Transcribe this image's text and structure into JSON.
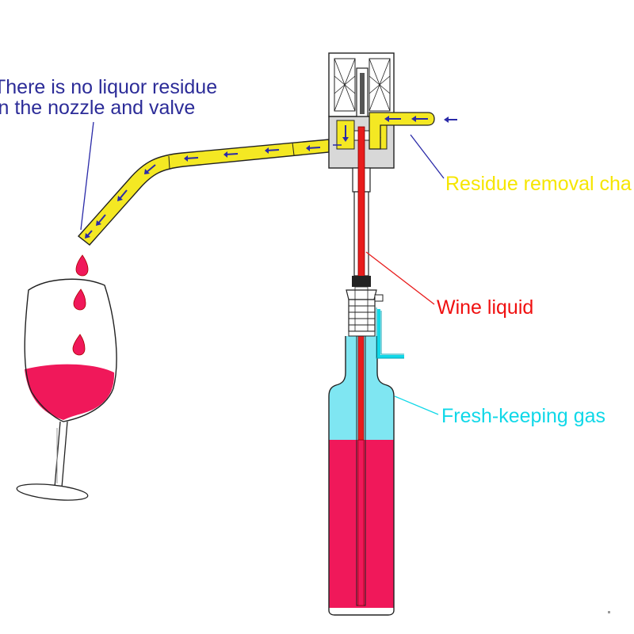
{
  "labels": {
    "no_residue_line1": "There is no liquor residue",
    "no_residue_line2": "in the nozzle and valve",
    "residue_removal": "Residue removal cha",
    "wine_liquid": "Wine liquid",
    "fresh_gas": "Fresh-keeping gas"
  },
  "colors": {
    "residue_label": "#f6e600",
    "wine_label": "#f01010",
    "gas_label": "#10d8e8",
    "nozzle_label": "#2c2c98",
    "nozzle_fill": "#f4e823",
    "wine_fill": "#f0185a",
    "gas_fill": "#7fe6f2",
    "wine_tube": "#e81c1c",
    "arrow": "#2a2aa8"
  }
}
